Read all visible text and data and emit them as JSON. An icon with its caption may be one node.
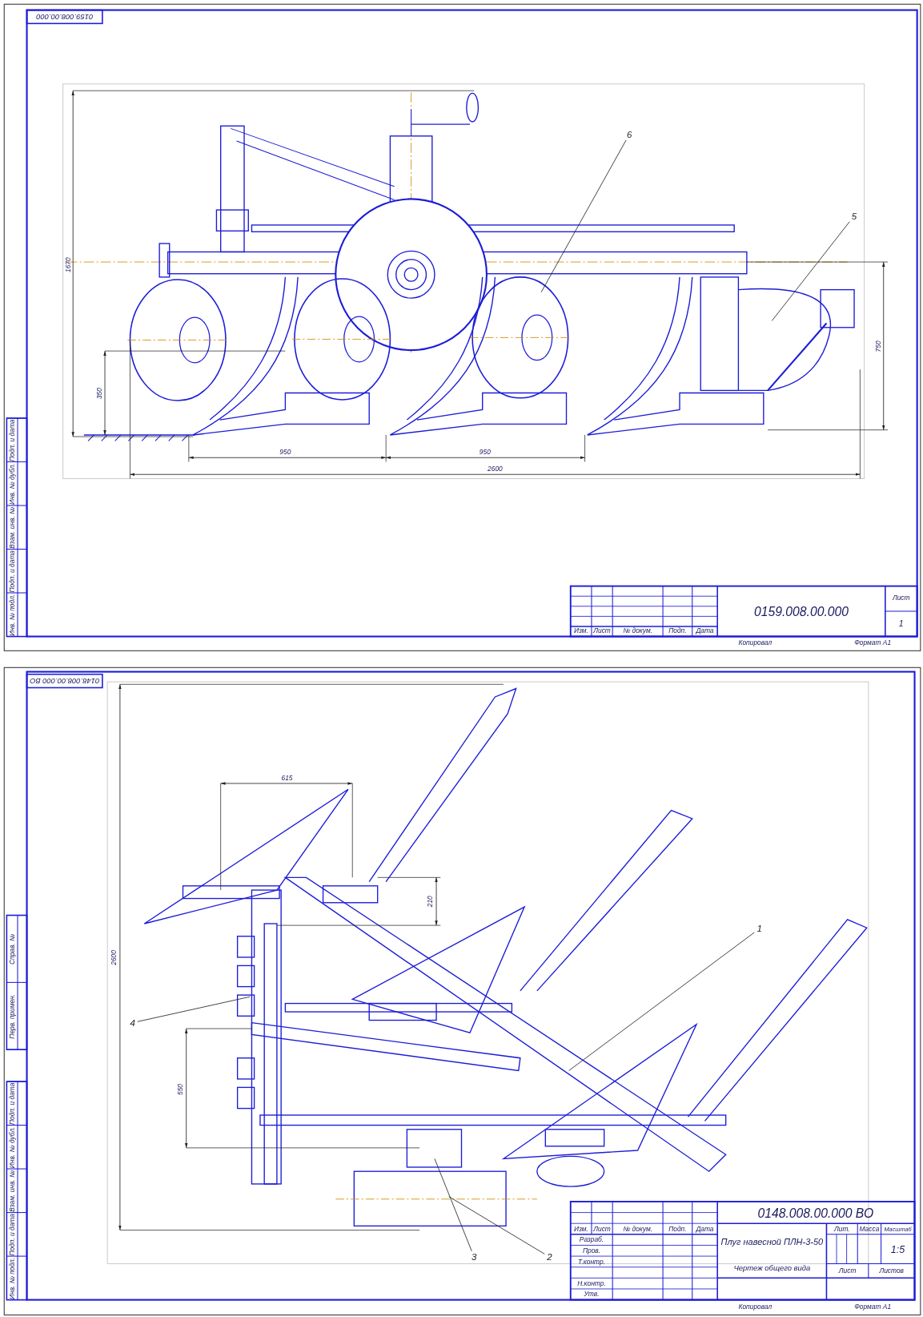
{
  "diagram": {
    "nodes": [
      {
        "text": [
          "6"
        ]
      },
      {
        "text": [
          "5"
        ]
      },
      {
        "text": [
          "1"
        ]
      },
      {
        "text": [
          "4"
        ]
      },
      {
        "text": [
          "3"
        ]
      },
      {
        "text": [
          "2"
        ]
      }
    ],
    "edges": [
      {
        "from": 0,
        "to": null,
        "arrow": "none"
      },
      {
        "from": 1,
        "to": null,
        "arrow": "none"
      },
      {
        "from": 2,
        "to": null,
        "arrow": "none"
      },
      {
        "from": 3,
        "to": null,
        "arrow": "none"
      },
      {
        "from": 4,
        "to": null,
        "arrow": "none"
      },
      {
        "from": 5,
        "to": null,
        "arrow": "none"
      }
    ],
    "labels": [
      "0159.008.00.000",
      "1670",
      "350",
      "750",
      "950",
      "950",
      "2600",
      "0159.008.00.000",
      "Изм.",
      "Лист",
      "№ докум.",
      "Подп.",
      "Дата",
      "Лист",
      "1",
      "Копировал",
      "Формат А1",
      "Инв. № подл.",
      "Подп. и дата",
      "Взам. инв. №",
      "Инв. № дубл.",
      "Подп. и дата",
      "0148.008.00.000 ВО",
      "615",
      "210",
      "2600",
      "550",
      "0148.008.00.000 ВО",
      "Изм.",
      "Лист",
      "№ докум.",
      "Подп.",
      "Дата",
      "Разраб.",
      "Пров.",
      "Т.контр.",
      "Н.контр.",
      "Утв.",
      "Плуг навесной ПЛН-3-50",
      "Чертеж общего вида",
      "Лит.",
      "Масса",
      "Масштаб",
      "1:5",
      "Лист",
      "Листов",
      "Копировал",
      "Формат А1",
      "Перв. примен.",
      "Справ. №",
      "Инв. № подл.",
      "Подп. и дата",
      "Взам. инв. №",
      "Инв. № дубл.",
      "Подп. и дата"
    ]
  }
}
